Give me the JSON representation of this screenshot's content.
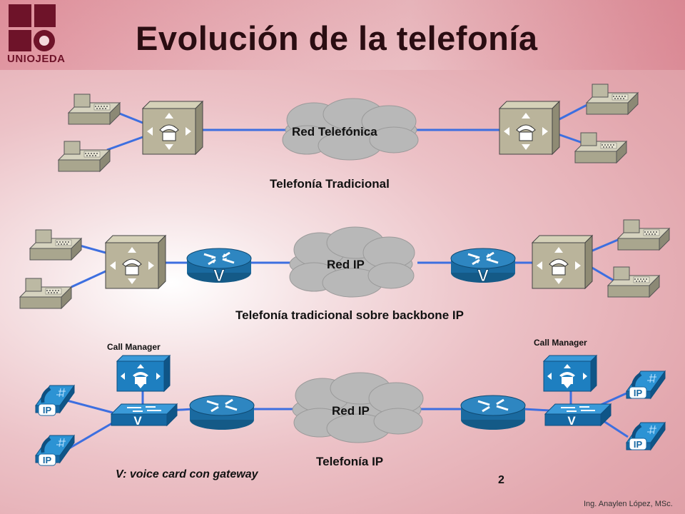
{
  "header": {
    "title": "Evolución de la telefonía",
    "logo_text": "UNIOJEDA"
  },
  "sections": {
    "traditional": {
      "cloud_label": "Red Telefónica",
      "caption": "Telefonía Tradicional"
    },
    "backbone": {
      "cloud_label": "Red IP",
      "caption": "Telefonía tradicional sobre backbone IP"
    },
    "ip": {
      "cloud_label": "Red IP",
      "caption": "Telefonía IP",
      "call_manager_left": "Call Manager",
      "call_manager_right": "Call Manager",
      "ip_badge": "IP",
      "voice_badge": "V"
    }
  },
  "router_badge": "V",
  "note": "V: voice card con gateway",
  "page_number": "2",
  "author": "Ing. Anaylen López, MSc.",
  "colors": {
    "link": "#3d6fe0",
    "router": "#1d6fa3",
    "pbx": "#b9b39a",
    "phone": "#a9a68e",
    "ipphone": "#1e7fc0",
    "cloud": "#b8b8b8",
    "logo": "#6e1329"
  }
}
